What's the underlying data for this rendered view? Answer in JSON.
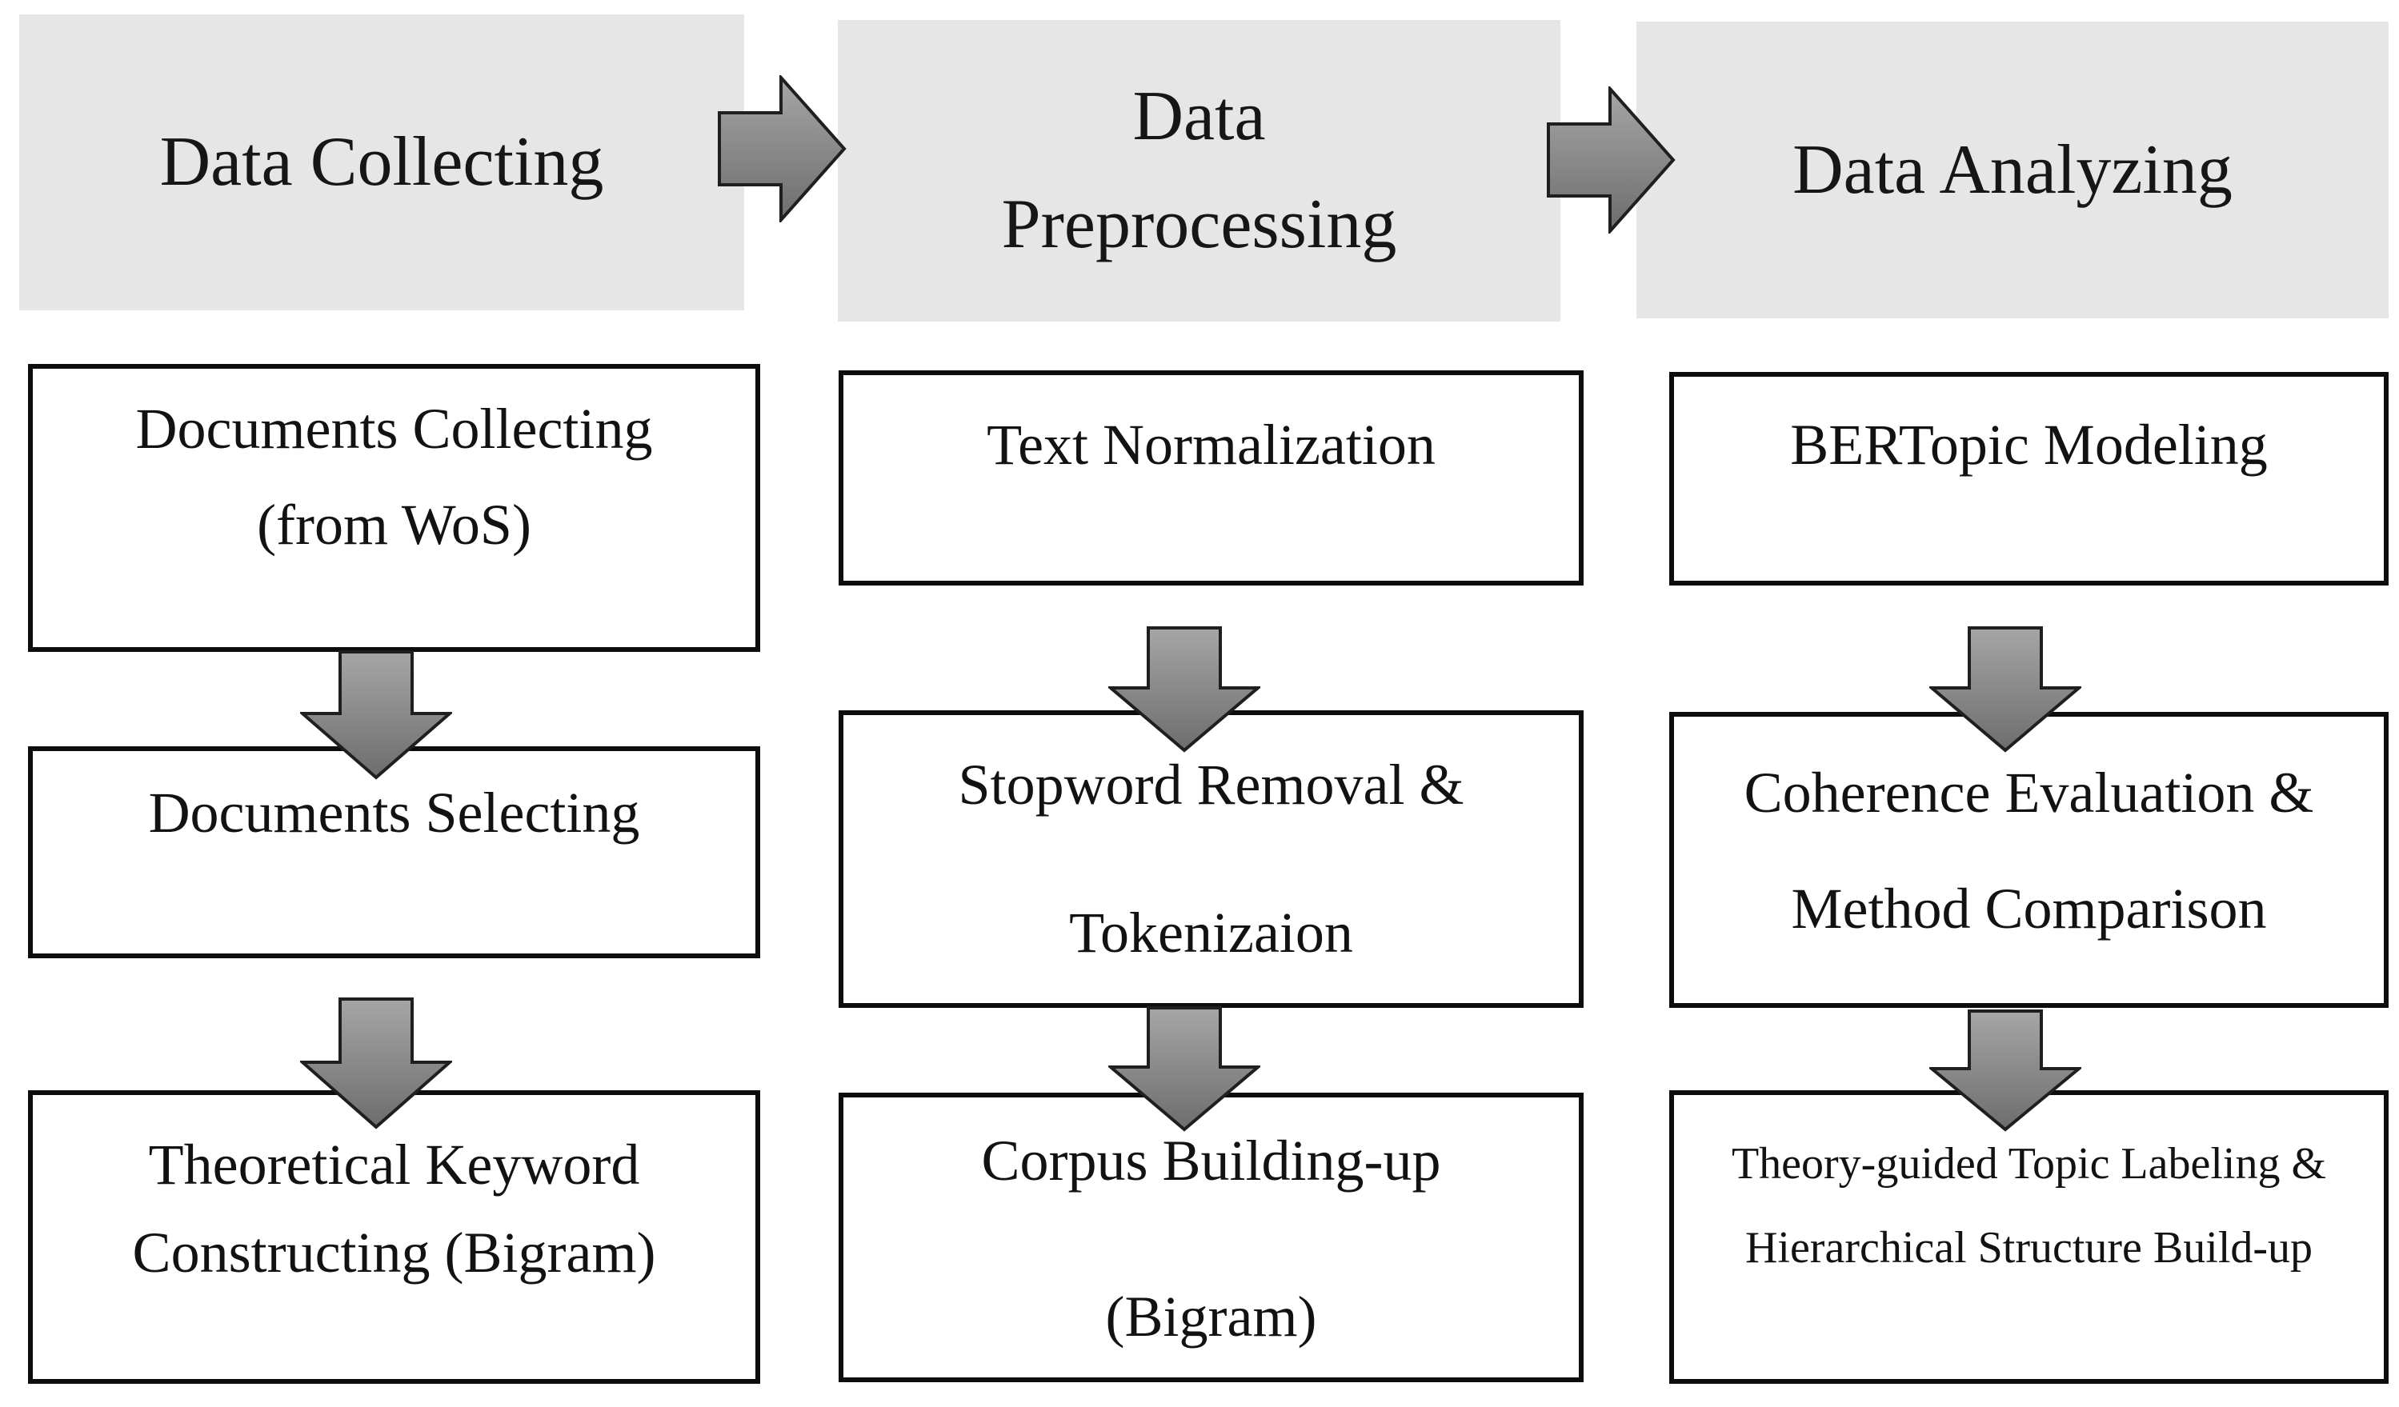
{
  "figure": {
    "columns": [
      {
        "header": {
          "lines": [
            "Data Collecting"
          ]
        },
        "boxes": [
          {
            "lines": [
              "Documents Collecting",
              "(from WoS)"
            ]
          },
          {
            "lines": [
              "Documents Selecting"
            ]
          },
          {
            "lines": [
              "Theoretical Keyword",
              "Constructing (Bigram)"
            ]
          }
        ]
      },
      {
        "header": {
          "lines": [
            "Data",
            "Preprocessing"
          ]
        },
        "boxes": [
          {
            "lines": [
              "Text Normalization"
            ]
          },
          {
            "lines": [
              "Stopword Removal &",
              "Tokenizaion"
            ]
          },
          {
            "lines": [
              "Corpus Building-up",
              "(Bigram)"
            ]
          }
        ]
      },
      {
        "header": {
          "lines": [
            "Data Analyzing"
          ]
        },
        "boxes": [
          {
            "lines": [
              "BERTopic Modeling"
            ]
          },
          {
            "lines": [
              "Coherence Evaluation &",
              "Method Comparison"
            ]
          },
          {
            "lines": [
              "Theory-guided Topic Labeling &",
              "Hierarchical Structure Build-up"
            ]
          }
        ]
      }
    ],
    "colors": {
      "header_bg": "#e6e6e6",
      "box_bg": "#ffffff",
      "box_border": "#0d0d0d",
      "arrow_fill_top": "#a6a6a6",
      "arrow_fill_bottom": "#6d6d6d",
      "arrow_outline": "#1f1f1f"
    }
  }
}
